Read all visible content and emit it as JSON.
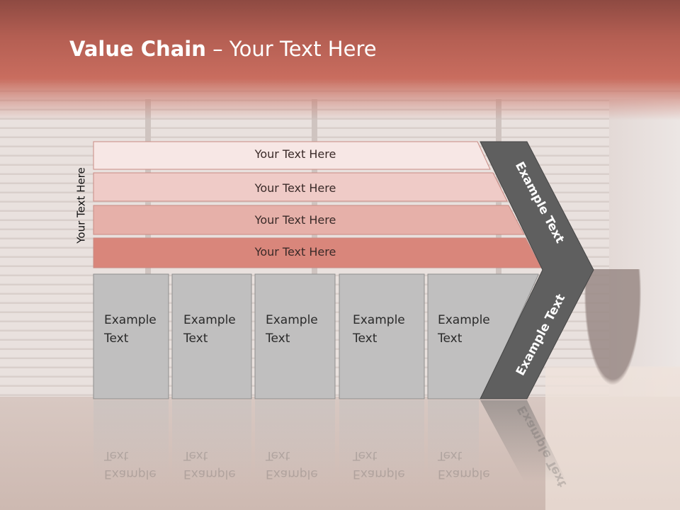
{
  "title": {
    "bold": "Value Chain",
    "rest": " – Your Text Here"
  },
  "side_label": "Your Text Here",
  "bands": [
    {
      "label": "Your Text Here"
    },
    {
      "label": "Your Text Here"
    },
    {
      "label": "Your Text Here"
    },
    {
      "label": "Your Text Here"
    }
  ],
  "boxes": [
    {
      "label": "Example\nText"
    },
    {
      "label": "Example\nText"
    },
    {
      "label": "Example\nText"
    },
    {
      "label": "Example\nText"
    },
    {
      "label": "Example\nText"
    }
  ],
  "chevron": {
    "upper_label": "Example Text",
    "lower_label": "Example Text"
  },
  "colors": {
    "header": "#c96d5f",
    "band1": "#f7e7e5",
    "band2": "#efcbc7",
    "band3": "#e6b0a9",
    "band4": "#d9867b",
    "box": "#c0bfbf",
    "chevron": "#5f5f5f"
  }
}
